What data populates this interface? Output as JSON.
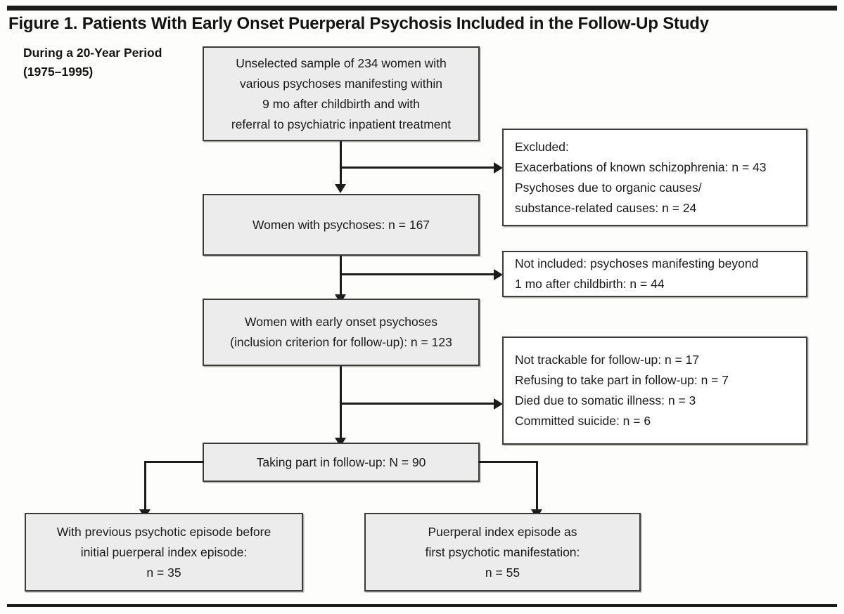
{
  "figure": {
    "title": "Figure 1. Patients With Early Onset Puerperal Psychosis Included in the Follow-Up Study",
    "side_label_line1": "During a 20-Year Period",
    "side_label_line2": "(1975–1995)",
    "accent_color": "#1b1b1b",
    "box_fill_shaded": "#ececec",
    "box_fill_plain": "#ffffff",
    "box_border_color": "#3b3b3b"
  },
  "flow": {
    "nodes": [
      {
        "id": "sample",
        "kind": "shaded",
        "lines": [
          "Unselected sample of 234 women with",
          "various psychoses manifesting within",
          "9 mo after childbirth and with",
          "referral to psychiatric inpatient treatment"
        ]
      },
      {
        "id": "psychoses",
        "kind": "shaded",
        "lines": [
          "Women with psychoses: n = 167"
        ]
      },
      {
        "id": "early-onset",
        "kind": "shaded",
        "lines": [
          "Women with early onset psychoses",
          "(inclusion criterion for follow-up): n = 123"
        ]
      },
      {
        "id": "follow-up",
        "kind": "shaded",
        "lines": [
          "Taking part in follow-up: N = 90"
        ]
      },
      {
        "id": "previous-episode",
        "kind": "shaded",
        "lines": [
          "With previous psychotic episode before",
          "initial puerperal index episode:",
          "n = 35"
        ]
      },
      {
        "id": "first-manifestation",
        "kind": "shaded",
        "lines": [
          "Puerperal index episode as",
          "first psychotic manifestation:",
          "n = 55"
        ]
      }
    ],
    "exclusions": [
      {
        "id": "excluded",
        "kind": "plain",
        "lines": [
          "Excluded:",
          "Exacerbations of known schizophrenia: n = 43",
          "Psychoses due to organic causes/",
          "substance-related causes: n = 24"
        ]
      },
      {
        "id": "not-included",
        "kind": "plain",
        "lines": [
          "Not included: psychoses manifesting beyond",
          "1 mo after childbirth: n = 44"
        ]
      },
      {
        "id": "lost-to-follow-up",
        "kind": "plain",
        "lines": [
          "Not trackable for follow-up: n = 17",
          "Refusing to take part in follow-up: n = 7",
          "Died due to somatic illness: n = 3",
          "Committed suicide: n = 6"
        ]
      }
    ]
  }
}
